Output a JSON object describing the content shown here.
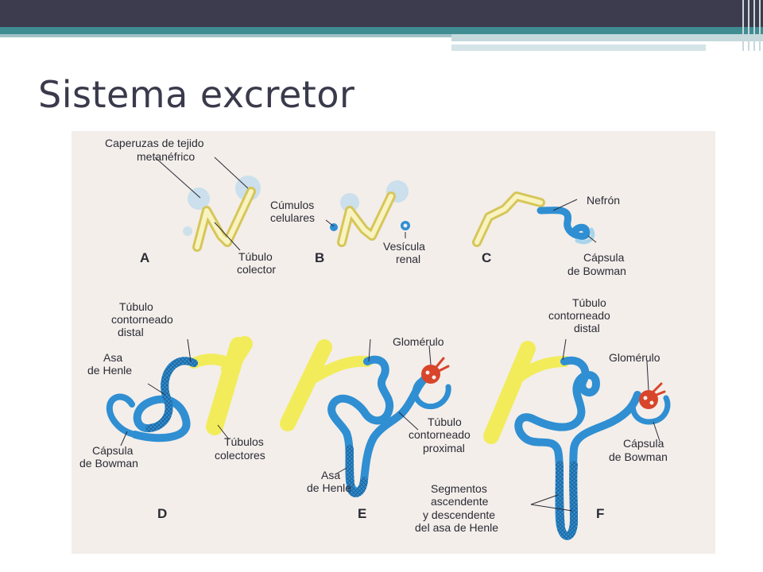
{
  "slide": {
    "title": "Sistema excretor"
  },
  "figure": {
    "panels": {
      "a": "A",
      "b": "B",
      "c": "C",
      "d": "D",
      "e": "E",
      "f": "F"
    },
    "labels": {
      "caperuzas_1": "Caperuzas de tejido",
      "caperuzas_2": "metanéfrico",
      "cumulos_1": "Cúmulos",
      "cumulos_2": "celulares",
      "tubulo_colector_a_1": "Túbulo",
      "tubulo_colector_a_2": "colector",
      "vesicula_1": "Vesícula",
      "vesicula_2": "renal",
      "nefron": "Nefrón",
      "capsula_c_1": "Cápsula",
      "capsula_c_2": "de Bowman",
      "tubulo_distal_d_1": "Túbulo",
      "tubulo_distal_d_2": "contorneado",
      "tubulo_distal_d_3": "distal",
      "asa_d_1": "Asa",
      "asa_d_2": "de Henle",
      "capsula_d_1": "Cápsula",
      "capsula_d_2": "de Bowman",
      "tubulos_colectores_1": "Túbulos",
      "tubulos_colectores_2": "colectores",
      "glomerulo_e": "Glomérulo",
      "tubulo_proximal_1": "Túbulo",
      "tubulo_proximal_2": "contorneado",
      "tubulo_proximal_3": "proximal",
      "asa_e_1": "Asa",
      "asa_e_2": "de Henle",
      "tubulo_distal_f_1": "Túbulo",
      "tubulo_distal_f_2": "contorneado",
      "tubulo_distal_f_3": "distal",
      "glomerulo_f": "Glomérulo",
      "capsula_f_1": "Cápsula",
      "capsula_f_2": "de Bowman",
      "segmentos_1": "Segmentos",
      "segmentos_2": "ascendente",
      "segmentos_3": "y descendente",
      "segmentos_4": "del asa de Henle"
    },
    "colors": {
      "tubule_blue": "#2f8fd2",
      "collector_yellow": "#f2ec5a",
      "bud_outline": "#d6c65a",
      "cap_cells": "#a9d4ec",
      "glomerulus_red": "#d8452a",
      "background": "#f3eeea"
    }
  }
}
